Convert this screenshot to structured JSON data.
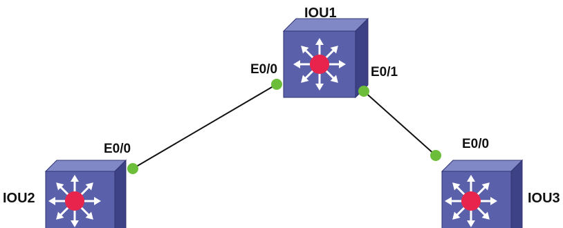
{
  "colors": {
    "switch_front": "#5a61aa",
    "switch_top": "#8088c6",
    "switch_side": "#3d4286",
    "switch_edge": "#2f3370",
    "center_dot": "#e8244c",
    "arrow": "#ffffff",
    "port_dot": "#6cbd3a",
    "link": "#111111",
    "label": "#111111"
  },
  "devices": [
    {
      "id": "iou1",
      "name": "IOU1",
      "icon": "layer3-switch-icon"
    },
    {
      "id": "iou2",
      "name": "IOU2",
      "icon": "layer3-switch-icon"
    },
    {
      "id": "iou3",
      "name": "IOU3",
      "icon": "layer3-switch-icon"
    }
  ],
  "links": [
    {
      "id": "iou1-iou2",
      "a": {
        "device": "IOU1",
        "port": "E0/0"
      },
      "b": {
        "device": "IOU2",
        "port": "E0/0"
      }
    },
    {
      "id": "iou1-iou3",
      "a": {
        "device": "IOU1",
        "port": "E0/1"
      },
      "b": {
        "device": "IOU3",
        "port": "E0/0"
      }
    }
  ]
}
